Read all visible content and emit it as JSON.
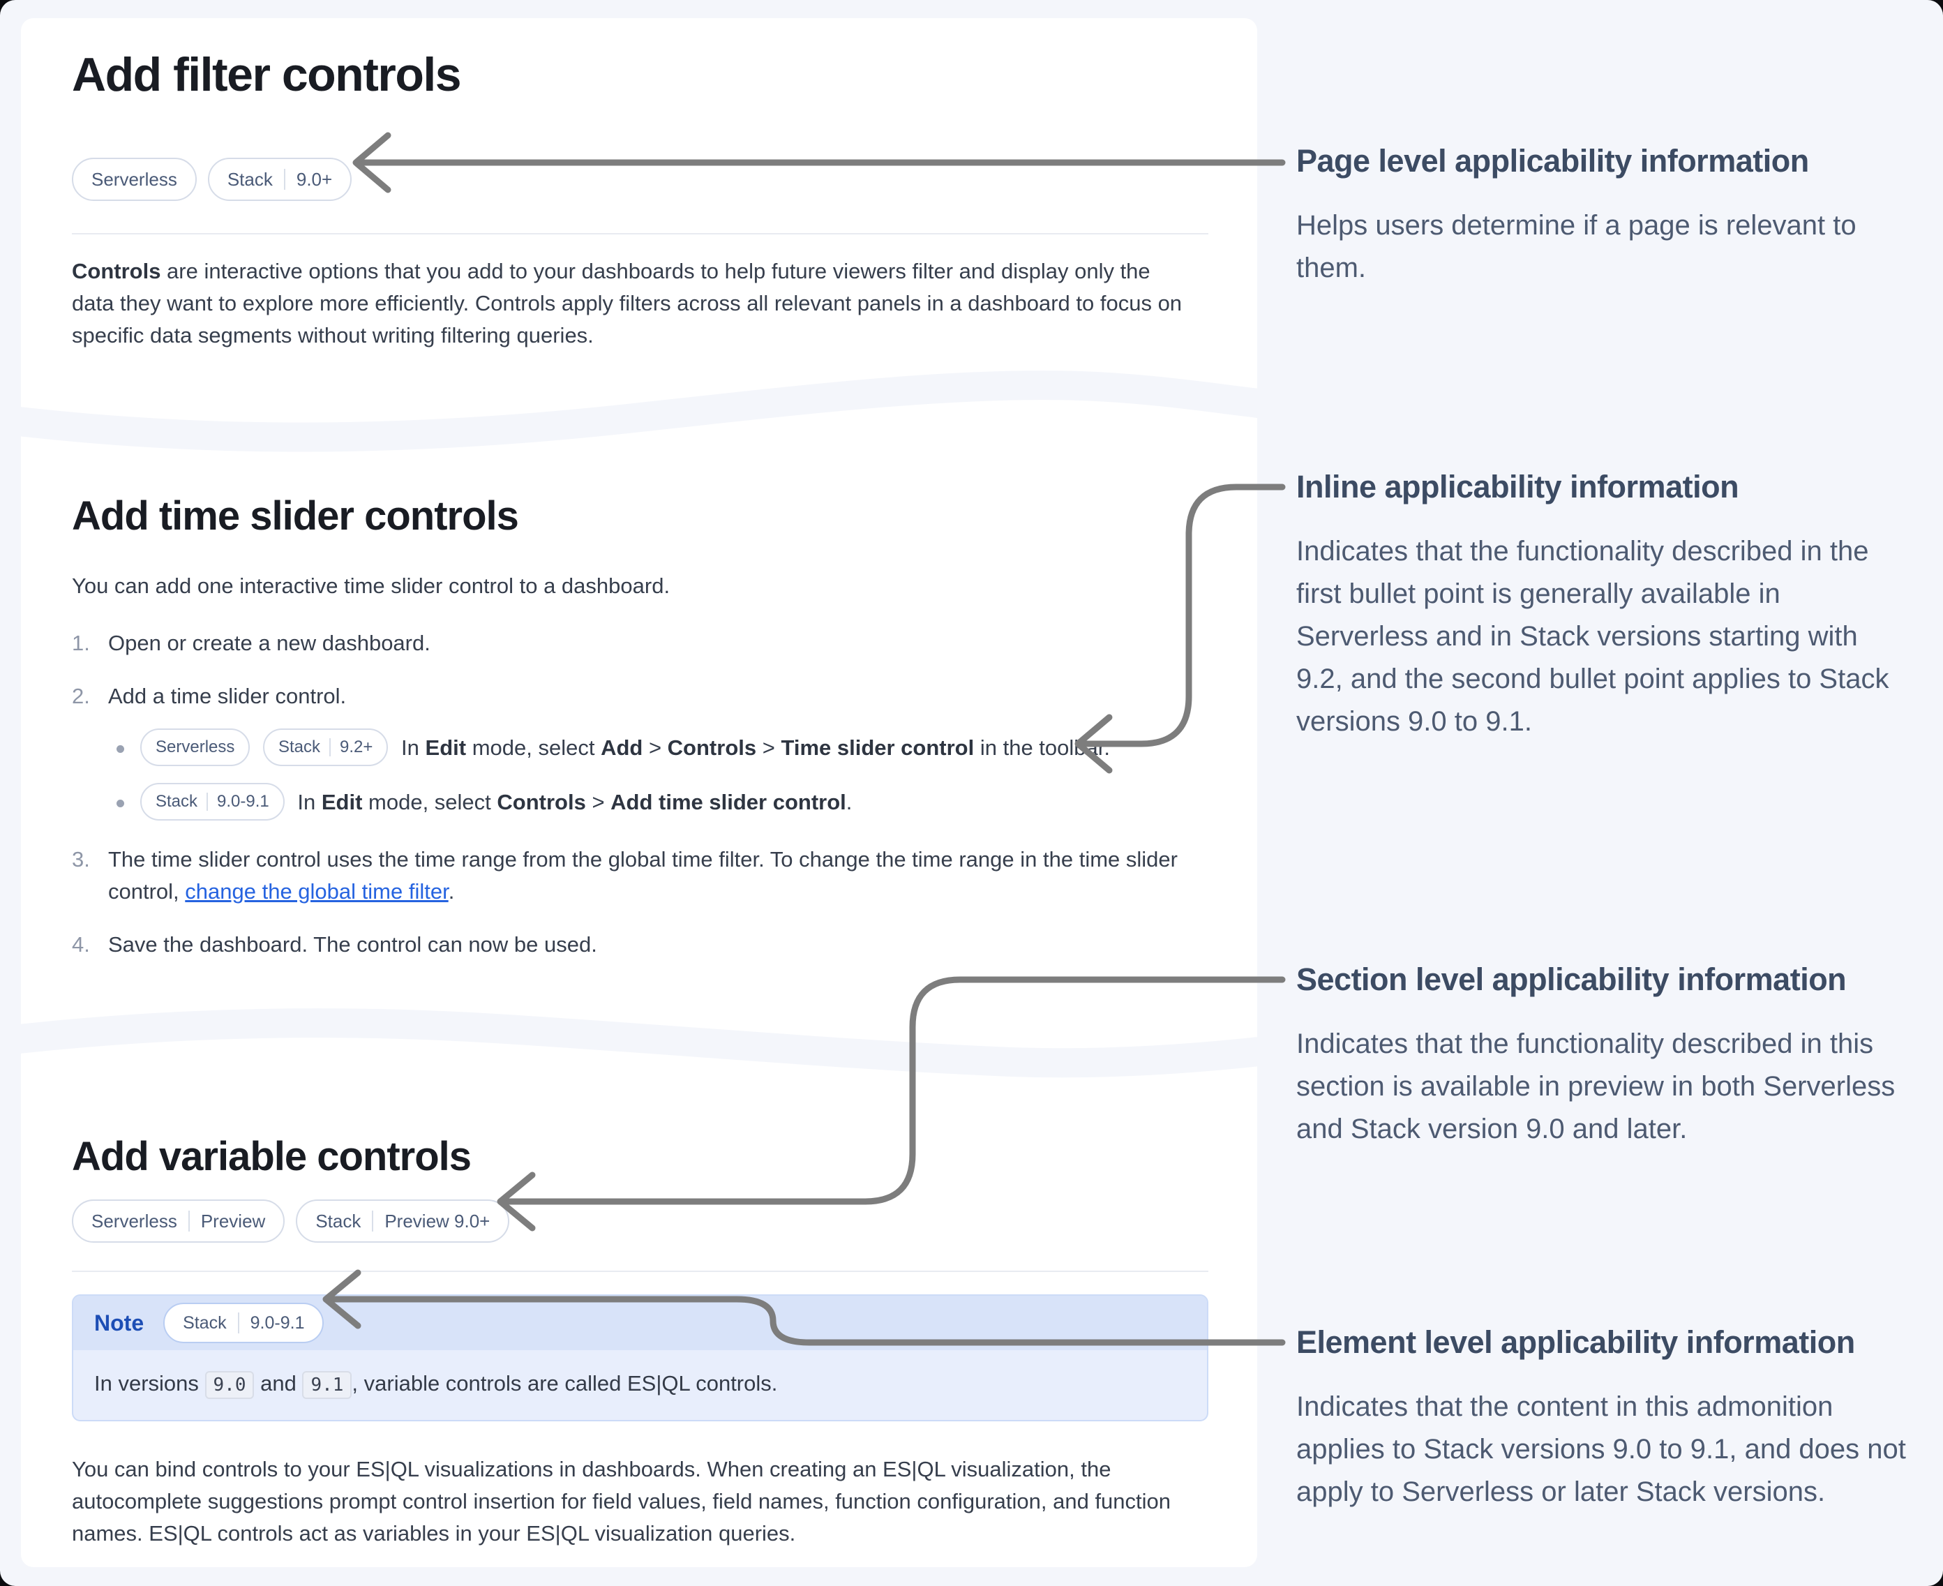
{
  "page": {
    "background": "#f4f6fb",
    "card_bg": "#ffffff",
    "arrow_color": "#7d7d7d",
    "accent_blue": "#1d4eb5",
    "link_blue": "#2563e0",
    "badge_text": "#4a5a77"
  },
  "filter": {
    "title": "Add filter controls",
    "badge1_a": "Serverless",
    "badge2_a": "Stack",
    "badge2_b": "9.0+",
    "intro_bold": "Controls",
    "intro_text": " are interactive options that you add to your dashboards to help future viewers filter and display only the data they want to explore more efficiently. Controls apply filters across all relevant panels in a dashboard to focus on specific data segments without writing filtering queries."
  },
  "time_slider": {
    "title": "Add time slider controls",
    "intro": "You can add one interactive time slider control to a dashboard.",
    "step1_num": "1.",
    "step1": "Open or create a new dashboard.",
    "step2_num": "2.",
    "step2": "Add a time slider control.",
    "bullet1": {
      "badge1_a": "Serverless",
      "badge2_a": "Stack",
      "badge2_b": "9.2+",
      "t1": "In ",
      "b1": "Edit",
      "t2": " mode, select ",
      "b2": "Add",
      "t3": " > ",
      "b3": "Controls",
      "t4": " > ",
      "b4": "Time slider control",
      "t5": " in the toolbar."
    },
    "bullet2": {
      "badge1_a": "Stack",
      "badge1_b": "9.0-9.1",
      "t1": "In ",
      "b1": "Edit",
      "t2": " mode, select ",
      "b2": "Controls",
      "t3": " > ",
      "b4": "Add time slider control",
      "t5": "."
    },
    "step3_num": "3.",
    "step3": {
      "t1": "The time slider control uses the time range from the global time filter. To change the time range in the time slider control, ",
      "link": "change the global time filter",
      "t2": "."
    },
    "step4_num": "4.",
    "step4": "Save the dashboard. The control can now be used."
  },
  "variable": {
    "title": "Add variable controls",
    "badge1_a": "Serverless",
    "badge1_b": "Preview",
    "badge2_a": "Stack",
    "badge2_b": "Preview 9.0+",
    "note": {
      "label": "Note",
      "badge_a": "Stack",
      "badge_b": "9.0-9.1",
      "t1": "In versions ",
      "code1": "9.0",
      "t2": " and ",
      "code2": "9.1",
      "t3": ", variable controls are called ES|QL controls."
    },
    "outro": "You can bind controls to your ES|QL visualizations in dashboards. When creating an ES|QL visualization, the autocomplete suggestions prompt control insertion for field values, field names, function configuration, and function names. ES|QL controls act as variables in your ES|QL visualization queries."
  },
  "annotations": {
    "page_level": {
      "title": "Page level applicability information",
      "body": "Helps users determine if a page is relevant to them."
    },
    "inline": {
      "title": "Inline applicability information",
      "body": "Indicates that the functionality described in the first bullet point is generally available in Serverless and in Stack versions starting with 9.2, and the second bullet point applies to Stack versions 9.0 to 9.1."
    },
    "section_level": {
      "title": "Section level applicability information",
      "body": "Indicates that the functionality described in this section is available in preview in both Serverless and Stack version 9.0 and later."
    },
    "element_level": {
      "title": "Element level applicability information",
      "body": "Indicates that the content in this admonition applies to Stack versions 9.0 to 9.1, and does not apply to Serverless or later Stack versions."
    }
  }
}
